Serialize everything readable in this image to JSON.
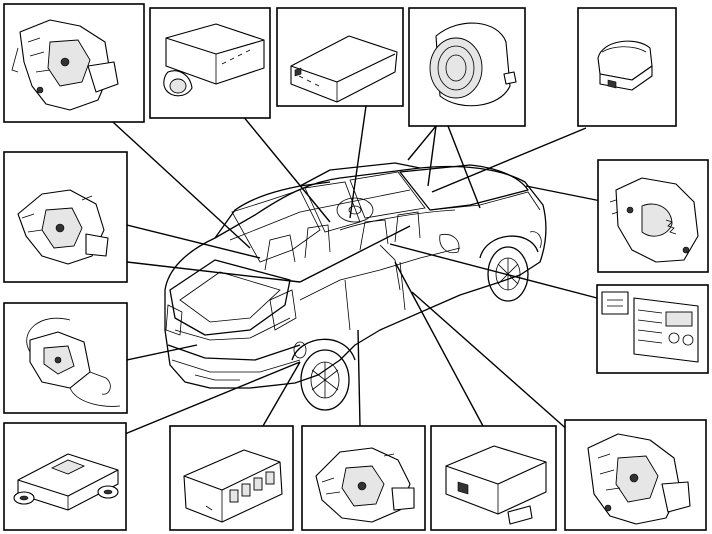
{
  "diagram": {
    "title": "",
    "components": [
      {
        "id": "c1",
        "icon": "door-lock-module-icon"
      },
      {
        "id": "c2",
        "icon": "control-unit-with-connector-icon"
      },
      {
        "id": "c3",
        "icon": "flat-control-module-icon"
      },
      {
        "id": "c4",
        "icon": "siren-icon"
      },
      {
        "id": "c5",
        "icon": "sensor-plug-icon"
      },
      {
        "id": "c6",
        "icon": "door-lock-module-icon"
      },
      {
        "id": "c7",
        "icon": "hood-lock-icon"
      },
      {
        "id": "c8",
        "icon": "climate-control-panel-icon"
      },
      {
        "id": "c9",
        "icon": "tailgate-lock-icon"
      },
      {
        "id": "c10",
        "icon": "sensor-bracket-icon"
      },
      {
        "id": "c11",
        "icon": "electronic-module-icon"
      },
      {
        "id": "c12",
        "icon": "door-lock-module-icon"
      },
      {
        "id": "c13",
        "icon": "control-unit-icon"
      },
      {
        "id": "c14",
        "icon": "door-lock-module-icon"
      }
    ]
  }
}
